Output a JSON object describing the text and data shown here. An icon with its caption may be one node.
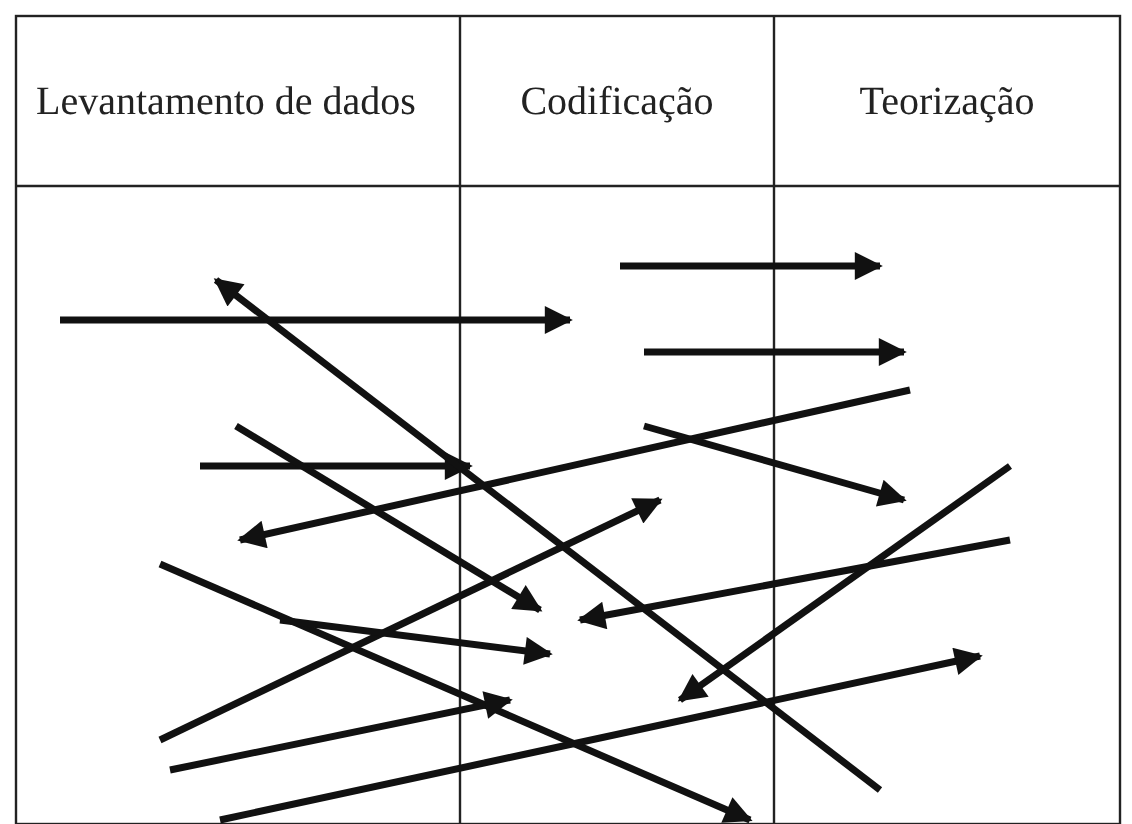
{
  "diagram": {
    "labels": [
      "Levantamento de dados",
      "Codificação",
      "Teorização"
    ]
  }
}
